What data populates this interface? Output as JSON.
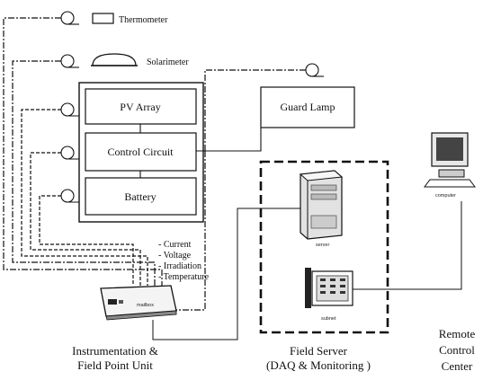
{
  "labels": {
    "thermometer": "Thermometer",
    "solarimeter": "Solarimeter",
    "pv_array": "PV Array",
    "control_circuit": "Control Circuit",
    "battery": "Battery",
    "guard_lamp": "Guard Lamp",
    "server": "server",
    "subnet": "subnet",
    "computer": "computer",
    "field_point_device": "mailbox"
  },
  "signals": [
    "- Current",
    "- Voltage",
    "- Irradiation",
    "- Temperature"
  ],
  "captions": {
    "instrumentation": [
      "Instrumentation  &",
      "Field Point Unit"
    ],
    "field_server": [
      "Field Server",
      "(DAQ & Monitoring )"
    ],
    "remote": [
      "Remote",
      "Control",
      "Center"
    ]
  }
}
